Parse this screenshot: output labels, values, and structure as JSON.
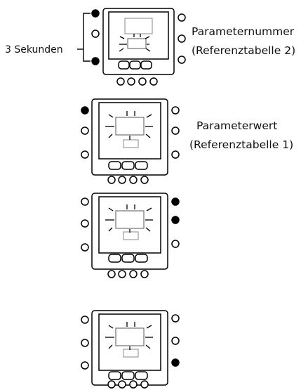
{
  "annotations": {
    "hold_time": "3 Sekunden",
    "param_number": "Parameternummer",
    "param_number_ref": "(Referenztabelle 2)",
    "param_value": "Parameterwert",
    "param_value_ref": "(Referenztabelle 1)"
  },
  "steps": [
    {
      "name": "step-1",
      "pressed": [
        "left-top",
        "left-bottom"
      ],
      "display": "parameter-number-flashing"
    },
    {
      "name": "step-2",
      "pressed": [
        "left-top"
      ],
      "display": "parameter-value-flashing"
    },
    {
      "name": "step-3",
      "pressed": [
        "right-top",
        "right-middle"
      ],
      "display": "parameter-value-flashing"
    },
    {
      "name": "step-4",
      "pressed": [
        "right-bottom"
      ],
      "display": "parameter-value-flashing"
    }
  ],
  "colors": {
    "pressed": "#000000",
    "released": "#ffffff",
    "stroke": "#000000",
    "display_segment": "#888888"
  }
}
